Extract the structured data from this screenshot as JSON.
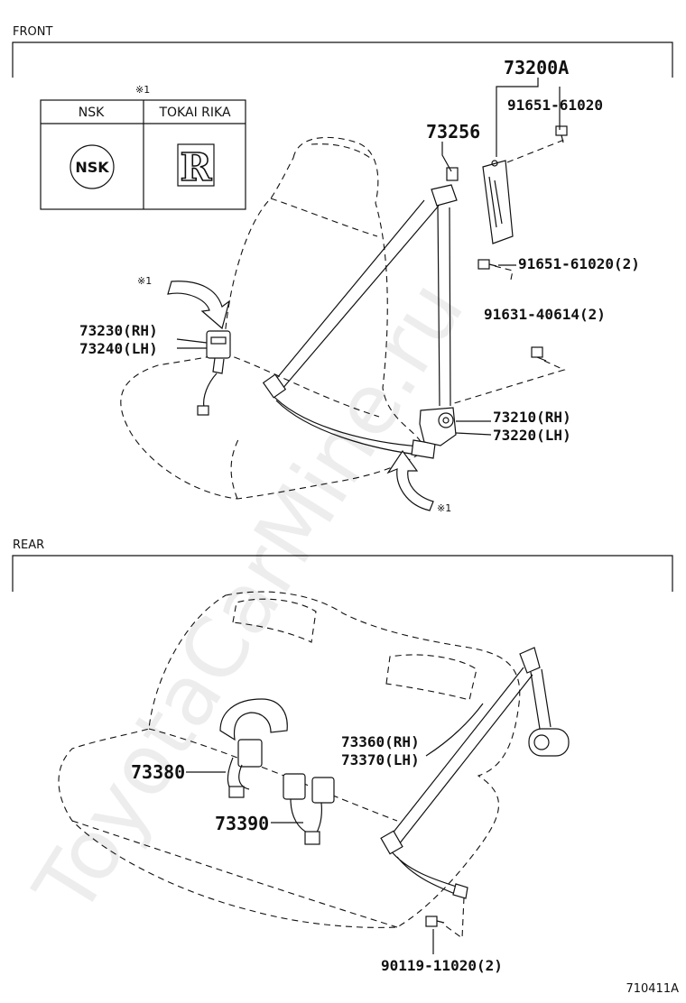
{
  "sections": {
    "front": "FRONT",
    "rear": "REAR"
  },
  "table": {
    "marker": "※1",
    "col1": "NSK",
    "col2": "TOKAI RIKA"
  },
  "markers": {
    "m1": "※1",
    "m2": "※1",
    "m3": "※1"
  },
  "parts": {
    "p73200A": "73200A",
    "p91651a": "91651-61020",
    "p73256": "73256",
    "p91651b": "91651-61020(2)",
    "p91631": "91631-40614(2)",
    "p73230": "73230(RH)",
    "p73240": "73240(LH)",
    "p73210": "73210(RH)",
    "p73220": "73220(LH)",
    "p73360": "73360(RH)",
    "p73370": "73370(LH)",
    "p73380": "73380",
    "p73390": "73390",
    "p90119": "90119-11020(2)"
  },
  "logos": {
    "nsk": "NSK",
    "tokai": "R"
  },
  "footer": {
    "code": "710411A"
  },
  "watermark": "ToyotaCarMine.ru"
}
